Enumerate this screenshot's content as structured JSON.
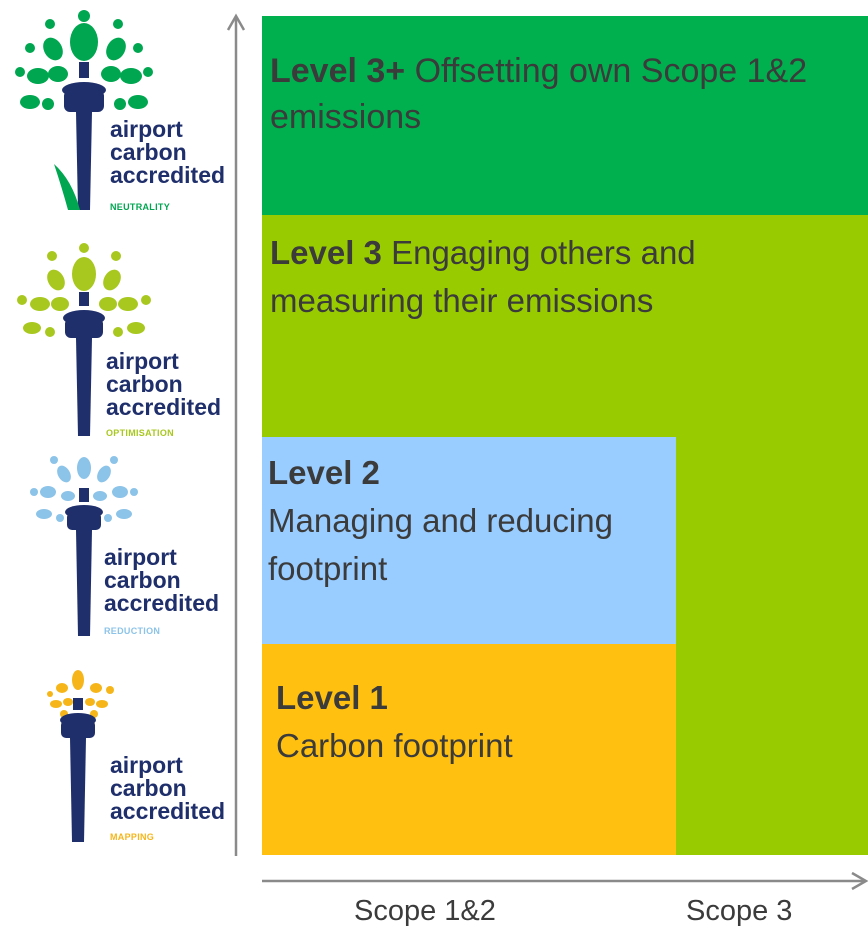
{
  "colors": {
    "level3plus": "#00b04f",
    "level3": "#99cc00",
    "level2": "#99ccff",
    "level1": "#ffc010",
    "tower": "#1f2f6b",
    "axis": "#8a8a8a"
  },
  "levels": {
    "level3plus": {
      "name": "Level 3+",
      "desc": "Offsetting own Scope 1&2 emissions"
    },
    "level3": {
      "name": "Level 3",
      "desc": "Engaging others and measuring their emissions"
    },
    "level2": {
      "name": "Level 2",
      "desc": "Managing and reducing footprint"
    },
    "level1": {
      "name": "Level 1",
      "desc": "Carbon footprint"
    }
  },
  "x_axis": {
    "labels": [
      "Scope 1&2",
      "Scope 3"
    ]
  },
  "logos": [
    {
      "line1": "airport",
      "line2": "carbon",
      "line3": "accredited",
      "sub": "NEUTRALITY",
      "icon": "tower-tree-icon-dark-green"
    },
    {
      "line1": "airport",
      "line2": "carbon",
      "line3": "accredited",
      "sub": "OPTIMISATION",
      "icon": "tower-tree-icon-lime"
    },
    {
      "line1": "airport",
      "line2": "carbon",
      "line3": "accredited",
      "sub": "REDUCTION",
      "icon": "tower-tree-icon-blue"
    },
    {
      "line1": "airport",
      "line2": "carbon",
      "line3": "accredited",
      "sub": "MAPPING",
      "icon": "tower-tree-icon-yellow"
    }
  ]
}
